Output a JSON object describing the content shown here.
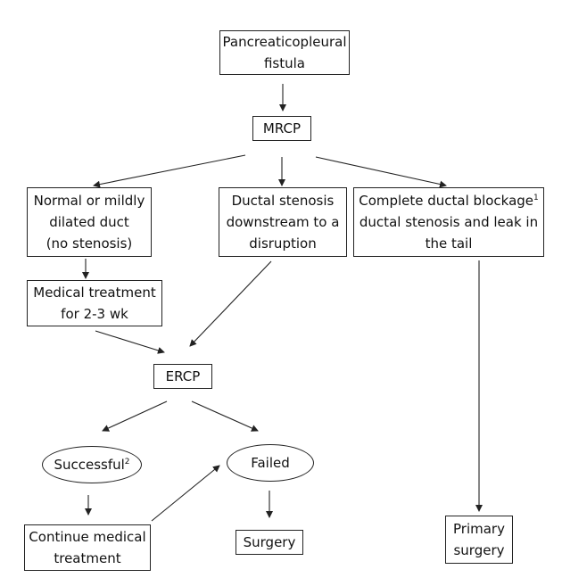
{
  "diagram": {
    "nodes": {
      "fistula": {
        "text": "Pancreaticopleural\nfistula",
        "sup": ""
      },
      "mrcp": {
        "text": "MRCP",
        "sup": ""
      },
      "normal": {
        "text": "Normal or mildly\ndilated duct\n(no stenosis)",
        "sup": ""
      },
      "stenosis": {
        "text": "Ductal stenosis\ndownstream to a\ndisruption",
        "sup": ""
      },
      "blockage": {
        "text": "Complete ductal blockage\nductal stenosis and leak in\nthe tail",
        "sup": "1"
      },
      "medical": {
        "text": "Medical treatment\nfor 2-3 wk",
        "sup": ""
      },
      "ercp": {
        "text": "ERCP",
        "sup": ""
      },
      "successful": {
        "text": "Successful",
        "sup": "2"
      },
      "failed": {
        "text": "Failed",
        "sup": ""
      },
      "continue": {
        "text": "Continue medical\ntreatment",
        "sup": ""
      },
      "surgery": {
        "text": "Surgery",
        "sup": ""
      },
      "primary": {
        "text": "Primary\nsurgery",
        "sup": ""
      }
    },
    "edges": [
      {
        "from": "fistula",
        "to": "mrcp"
      },
      {
        "from": "mrcp",
        "to": "normal"
      },
      {
        "from": "mrcp",
        "to": "stenosis"
      },
      {
        "from": "mrcp",
        "to": "blockage"
      },
      {
        "from": "normal",
        "to": "medical"
      },
      {
        "from": "medical",
        "to": "ercp"
      },
      {
        "from": "stenosis",
        "to": "ercp"
      },
      {
        "from": "ercp",
        "to": "successful"
      },
      {
        "from": "ercp",
        "to": "failed"
      },
      {
        "from": "successful",
        "to": "continue"
      },
      {
        "from": "continue",
        "to": "failed"
      },
      {
        "from": "failed",
        "to": "surgery"
      },
      {
        "from": "blockage",
        "to": "primary"
      }
    ]
  }
}
